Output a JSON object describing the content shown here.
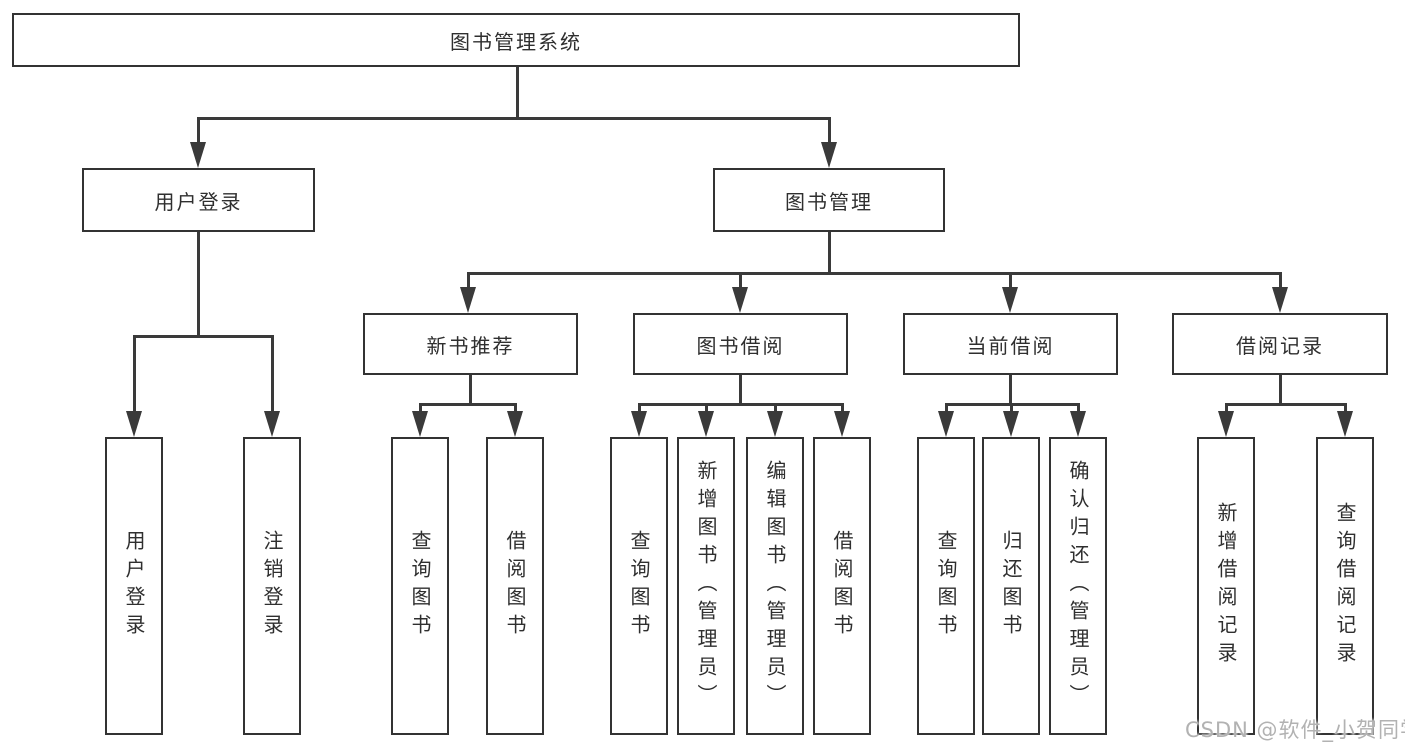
{
  "title": "图书管理系统",
  "level2": [
    {
      "label": "用户登录"
    },
    {
      "label": "图书管理"
    }
  ],
  "level3": [
    {
      "label": "新书推荐"
    },
    {
      "label": "图书借阅"
    },
    {
      "label": "当前借阅"
    },
    {
      "label": "借阅记录"
    }
  ],
  "leaves": {
    "user": [
      "用户登录",
      "注销登录"
    ],
    "newbook": [
      "查询图书",
      "借阅图书"
    ],
    "borrow": [
      "查询图书",
      "新增图书（管理员）",
      "编辑图书（管理员）",
      "借阅图书"
    ],
    "current": [
      "查询图书",
      "归还图书",
      "确认归还（管理员）"
    ],
    "record": [
      "新增借阅记录",
      "查询借阅记录"
    ]
  },
  "watermark": "CSDN @软件_小贺同学",
  "colors": {
    "line": "#3a3a3a",
    "border": "#333333",
    "text": "#2f2f2f",
    "background": "#ffffff",
    "watermark": "#b2b2b2"
  }
}
